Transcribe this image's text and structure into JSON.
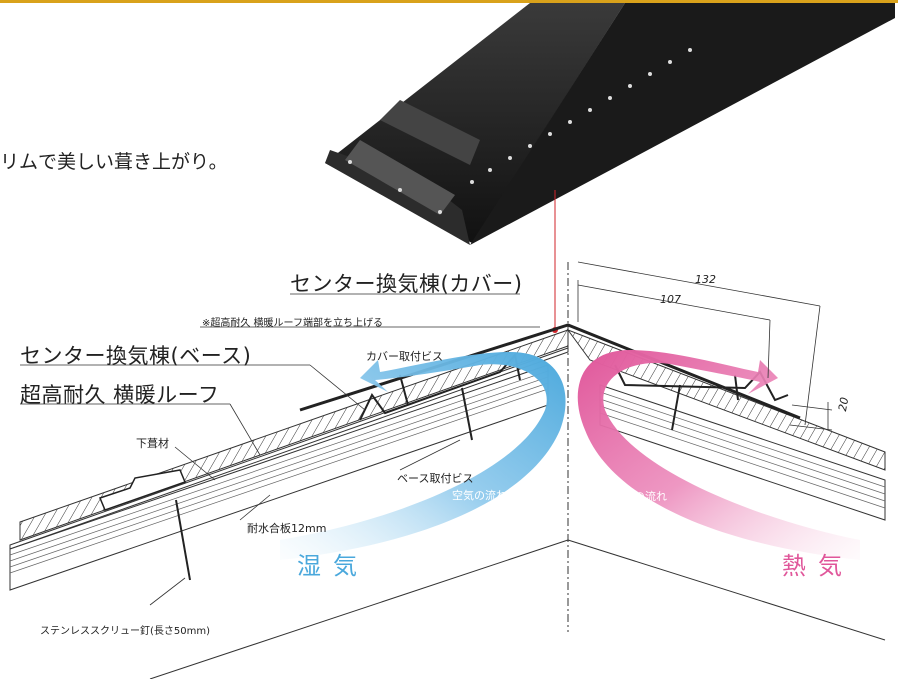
{
  "tagline": "リムで美しい葺き上がり。",
  "labels": {
    "center_cover": "センター換気棟(カバー)",
    "note_lift": "※超高耐久 横暖ルーフ端部を立ち上げる",
    "center_base": "センター換気棟(ベース)",
    "roof": "超高耐久 横暖ルーフ",
    "cover_screw": "カバー取付ビス",
    "underlay": "下葺材",
    "base_screw": "ベース取付ビス",
    "plywood": "耐水合板12mm",
    "stainless_nail": "ステンレススクリュー釘(長さ50mm)",
    "airflow_left": "空気の流れ",
    "airflow_right": "空気の流れ",
    "humid": "湿気",
    "heat": "熱気"
  },
  "dimensions": {
    "outer": "132",
    "inner": "107",
    "height": "20"
  },
  "colors": {
    "accent_rule": "#d9a21b",
    "humid_blue": "#4aa8dc",
    "heat_pink": "#e0569a",
    "leader_red": "#d2232a"
  }
}
